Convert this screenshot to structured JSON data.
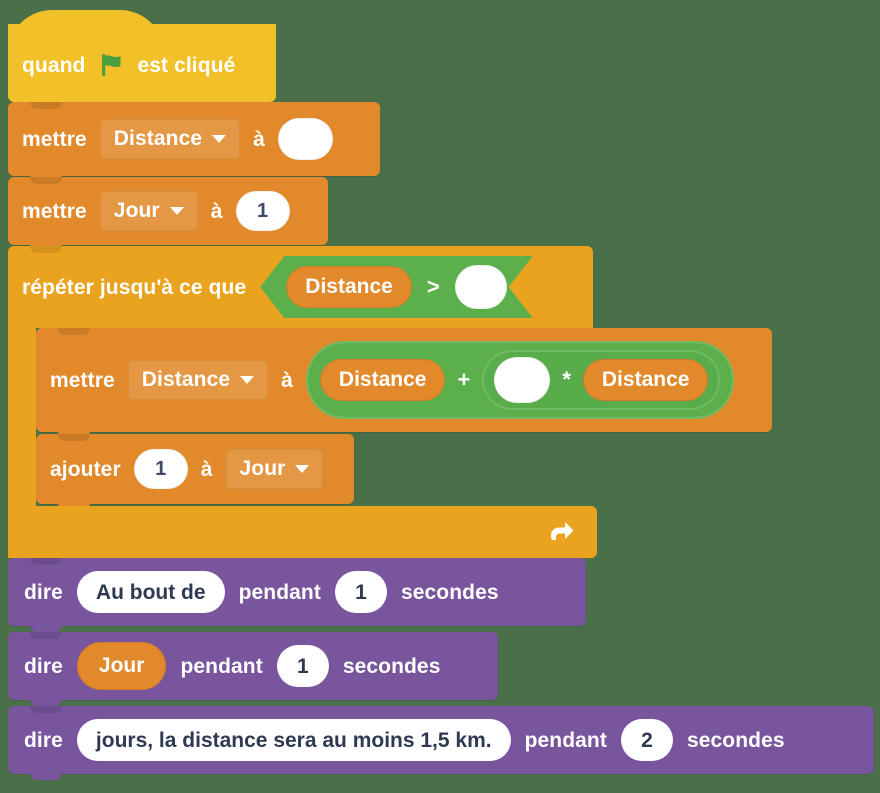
{
  "background_color": "#4a7049",
  "palette": {
    "events_yellow": "#f2c028",
    "data_orange": "#e1892b",
    "control_orange": "#eaa31f",
    "operators_green": "#5bb04b",
    "looks_purple": "#78559c",
    "input_white": "#ffffff"
  },
  "script": {
    "hat": {
      "word_before": "quand",
      "icon": "green-flag-icon",
      "word_after": "est cliqué"
    },
    "set_distance": {
      "verb": "mettre",
      "variable": "Distance",
      "to_word": "à",
      "value": ""
    },
    "set_jour": {
      "verb": "mettre",
      "variable": "Jour",
      "to_word": "à",
      "value": "1"
    },
    "repeat_until": {
      "label": "répéter jusqu'à ce que",
      "condition": {
        "left": "Distance",
        "operator": ">",
        "right": ""
      },
      "loop_arrow": "loop-arrow-icon"
    },
    "set_distance_inner": {
      "verb": "mettre",
      "variable": "Distance",
      "to_word": "à",
      "expression": {
        "left": "Distance",
        "operator_add": "+",
        "right": {
          "left": "",
          "operator_mul": "*",
          "right": "Distance"
        }
      }
    },
    "change_jour": {
      "verb": "ajouter",
      "amount": "1",
      "to_word": "à",
      "variable": "Jour"
    },
    "say_blocks": [
      {
        "verb": "dire",
        "message": "Au bout de",
        "message_type": "text",
        "for_word": "pendant",
        "seconds": "1",
        "seconds_word": "secondes"
      },
      {
        "verb": "dire",
        "message": "Jour",
        "message_type": "variable",
        "for_word": "pendant",
        "seconds": "1",
        "seconds_word": "secondes"
      },
      {
        "verb": "dire",
        "message": "jours, la distance sera au moins 1,5 km.",
        "message_type": "text",
        "for_word": "pendant",
        "seconds": "2",
        "seconds_word": "secondes"
      }
    ]
  }
}
